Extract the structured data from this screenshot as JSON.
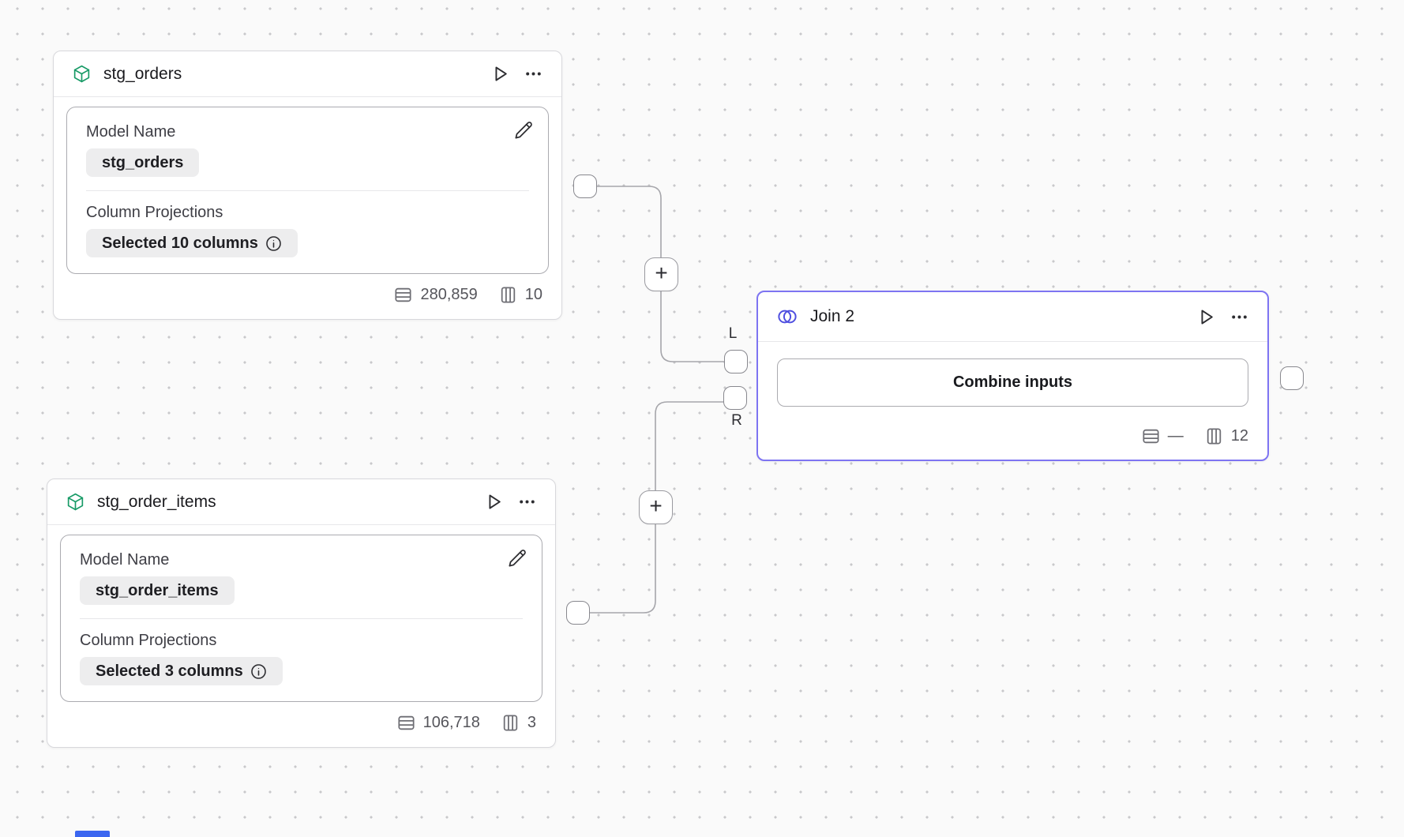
{
  "canvas": {
    "background_color": "#fafafa",
    "dot_color": "#c8c8cb",
    "accent_color": "#7e74f2",
    "model_icon_color": "#179a66",
    "join_icon_color": "#4f4fe0",
    "bottom_blue_bar_color": "#3b66f0",
    "plus_label": "+"
  },
  "nodes": [
    {
      "title": "stg_orders",
      "type": "model",
      "icon": "cube-icon",
      "model_name": {
        "label": "Model Name",
        "value": "stg_orders"
      },
      "column_projections": {
        "label": "Column Projections",
        "value": "Selected 10 columns"
      },
      "stats": {
        "row_count": "280,859",
        "column_count": "10"
      }
    },
    {
      "title": "stg_order_items",
      "type": "model",
      "icon": "cube-icon",
      "model_name": {
        "label": "Model Name",
        "value": "stg_order_items"
      },
      "column_projections": {
        "label": "Column Projections",
        "value": "Selected 3 columns"
      },
      "stats": {
        "row_count": "106,718",
        "column_count": "3"
      }
    },
    {
      "title": "Join 2",
      "type": "join",
      "icon": "join-venn-icon",
      "button_label": "Combine inputs",
      "input_labels": {
        "left": "L",
        "right": "R"
      },
      "stats": {
        "row_count": "—",
        "column_count": "12"
      }
    }
  ]
}
